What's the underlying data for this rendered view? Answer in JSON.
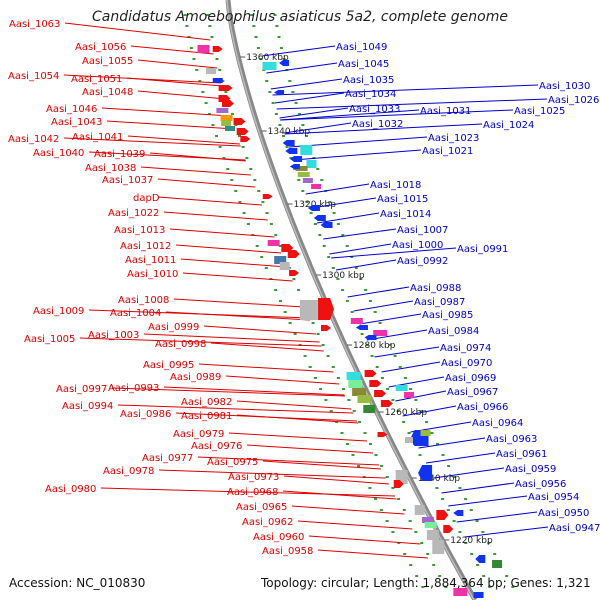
{
  "title": "Candidatus Amoebophilus asiaticus 5a2, complete genome",
  "footer": {
    "accession": "Accession: NC_010830",
    "topology": "Topology: circular; Length: 1,884,364 bp; Genes: 1,321"
  },
  "scale_marks": [
    "1360 kbp",
    "1340 kbp",
    "1320 kbp",
    "1300 kbp",
    "1280 kbp",
    "1260 kbp",
    "1240 kbp",
    "1220 kbp"
  ],
  "colors": {
    "forward_labels": "#dd0000",
    "reverse_labels": "#0000cc",
    "backbone": "#888888",
    "tick": "#3a9a3a"
  },
  "left_genes": [
    "Aasi_1063",
    "Aasi_1056",
    "Aasi_1055",
    "Aasi_1054",
    "Aasi_1051",
    "Aasi_1048",
    "Aasi_1046",
    "Aasi_1043",
    "Aasi_1042",
    "Aasi_1041",
    "Aasi_1040",
    "Aasi_1039",
    "Aasi_1038",
    "Aasi_1037",
    "dapD",
    "Aasi_1022",
    "Aasi_1013",
    "Aasi_1012",
    "Aasi_1011",
    "Aasi_1010",
    "Aasi_1008",
    "Aasi_1009",
    "Aasi_1004",
    "Aasi_0999",
    "Aasi_1005",
    "Aasi_1003",
    "Aasi_0998",
    "Aasi_0995",
    "Aasi_0997",
    "Aasi_0993",
    "Aasi_0989",
    "Aasi_0994",
    "Aasi_0982",
    "Aasi_0986",
    "Aasi_0981",
    "Aasi_0979",
    "Aasi_0976",
    "Aasi_0977",
    "Aasi_0975",
    "Aasi_0978",
    "Aasi_0973",
    "Aasi_0980",
    "Aasi_0968",
    "Aasi_0965",
    "Aasi_0962",
    "Aasi_0960",
    "Aasi_0958"
  ],
  "right_genes": [
    "Aasi_1049",
    "Aasi_1045",
    "Aasi_1035",
    "Aasi_1030",
    "Aasi_1034",
    "Aasi_1026",
    "Aasi_1033",
    "Aasi_1031",
    "Aasi_1025",
    "Aasi_1032",
    "Aasi_1024",
    "Aasi_1023",
    "Aasi_1021",
    "Aasi_1018",
    "Aasi_1015",
    "Aasi_1014",
    "Aasi_1007",
    "Aasi_1000",
    "Aasi_0991",
    "Aasi_0992",
    "Aasi_0988",
    "Aasi_0987",
    "Aasi_0985",
    "Aasi_0984",
    "Aasi_0974",
    "Aasi_0970",
    "Aasi_0969",
    "Aasi_0967",
    "Aasi_0966",
    "Aasi_0964",
    "Aasi_0963",
    "Aasi_0961",
    "Aasi_0959",
    "Aasi_0956",
    "Aasi_0954",
    "Aasi_0950",
    "Aasi_0947"
  ]
}
